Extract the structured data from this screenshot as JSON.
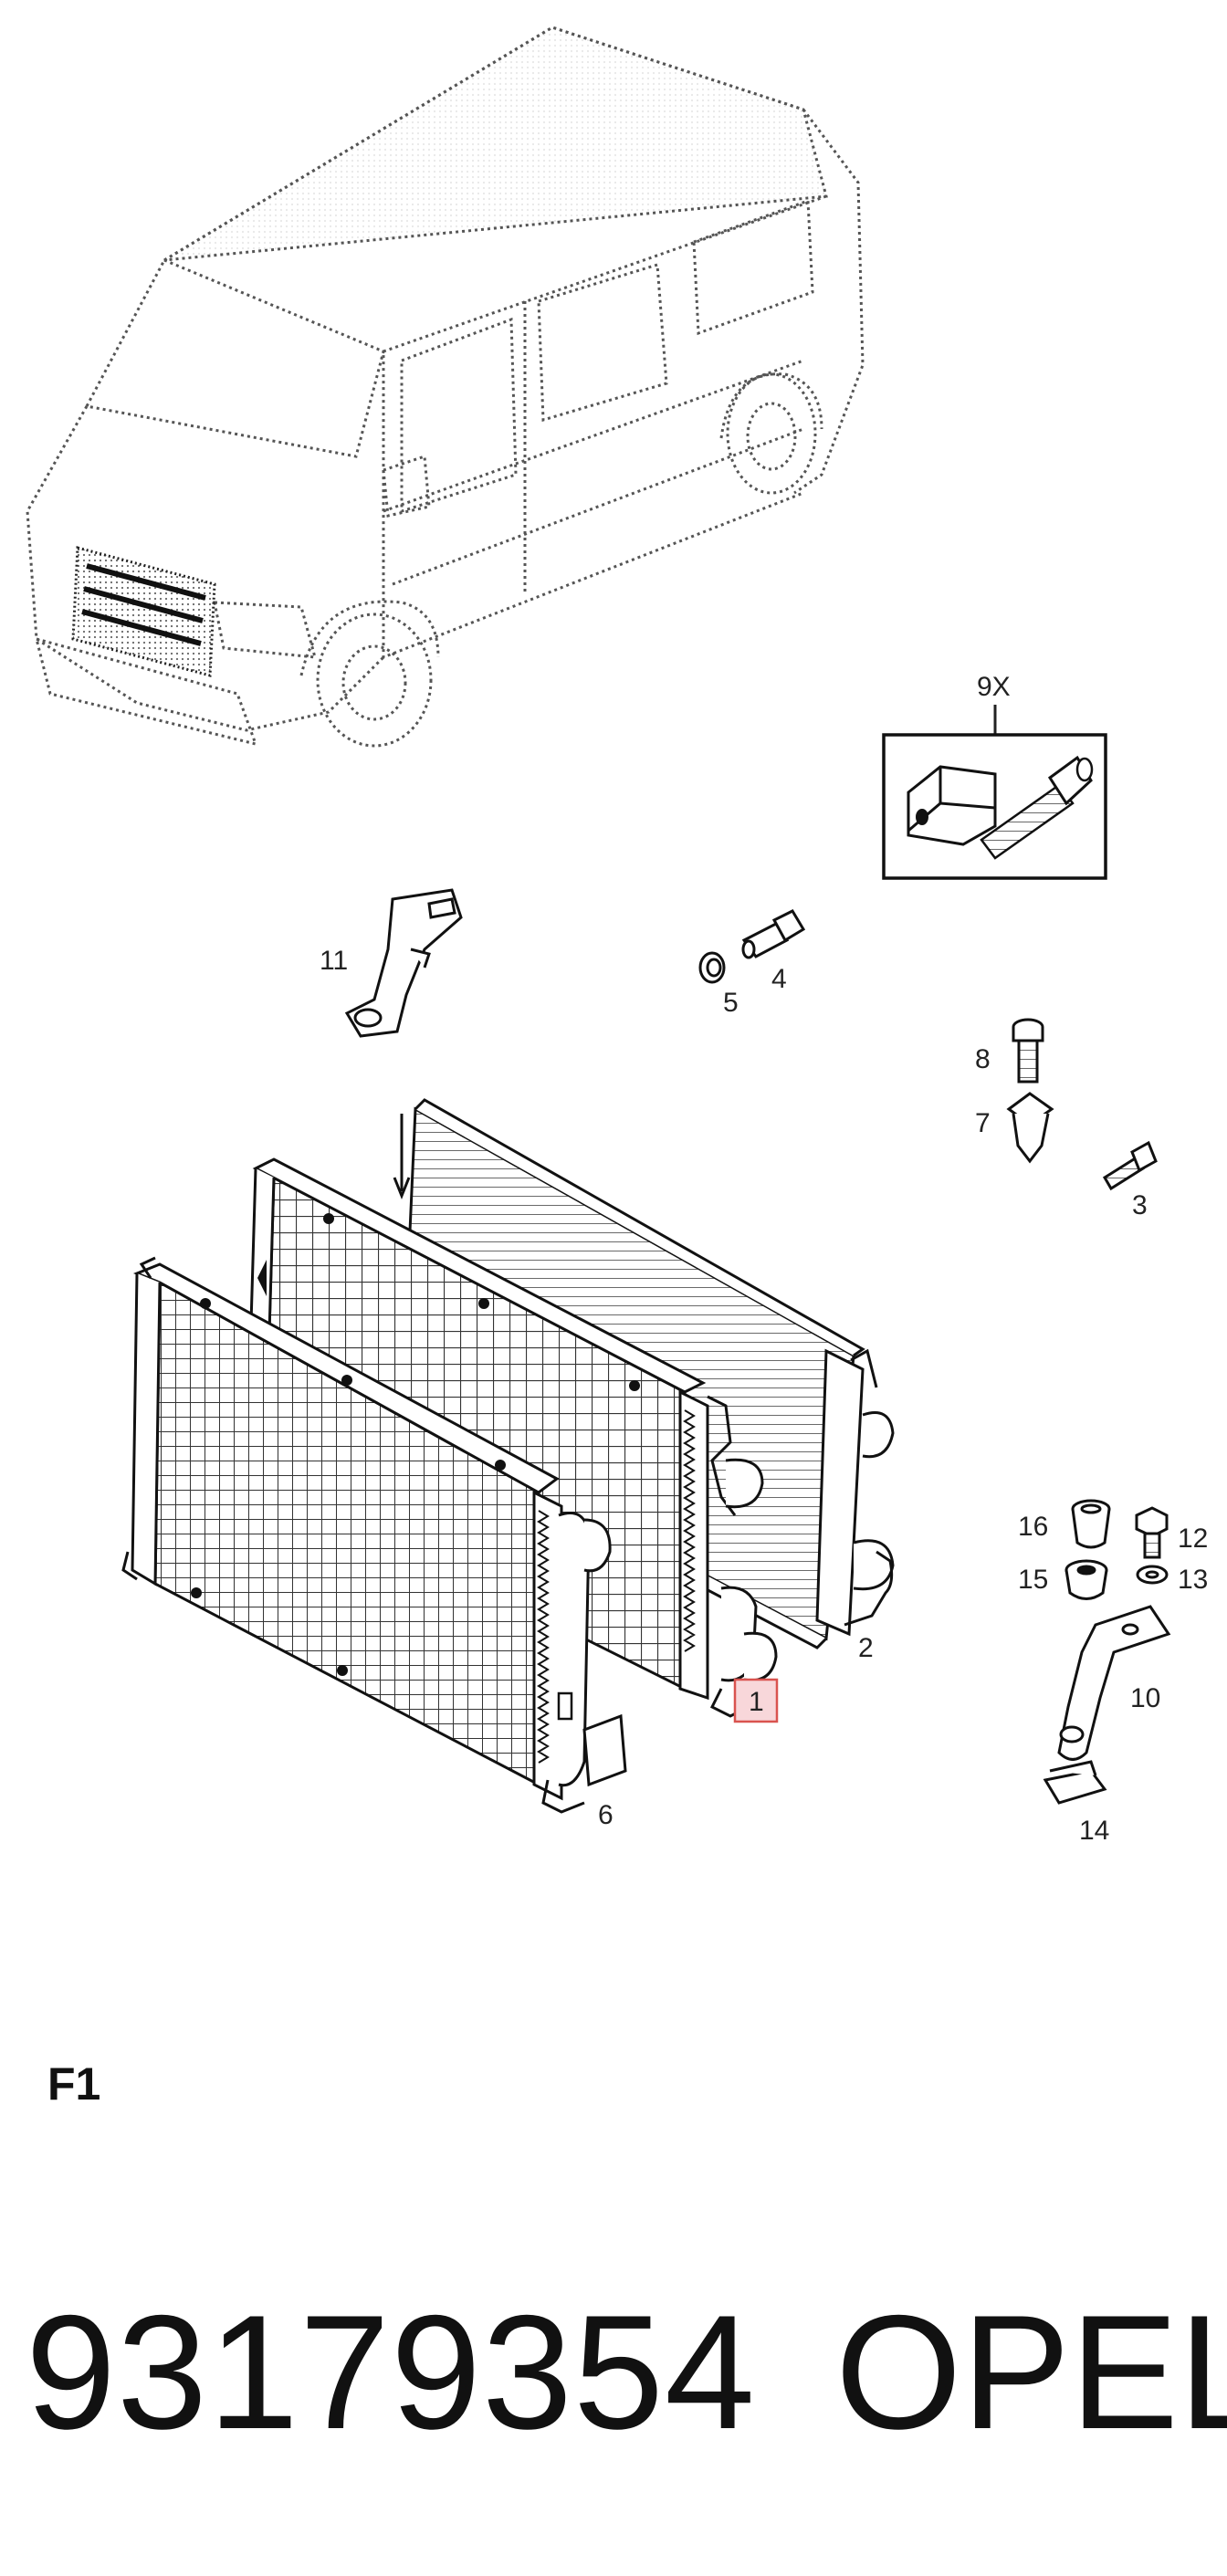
{
  "callouts": {
    "c1": "1",
    "c2": "2",
    "c3": "3",
    "c4": "4",
    "c5": "5",
    "c6": "6",
    "c7": "7",
    "c8": "8",
    "c9x": "9X",
    "c10": "10",
    "c11": "11",
    "c12": "12",
    "c13": "13",
    "c14": "14",
    "c15": "15",
    "c16": "16"
  },
  "section_label": "F1",
  "part_number": "93179354",
  "brand": "OPEL",
  "colors": {
    "highlight_fill": "#f8d7da",
    "highlight_stroke": "#d9534f",
    "line": "#222222",
    "dotted": "#555555"
  }
}
